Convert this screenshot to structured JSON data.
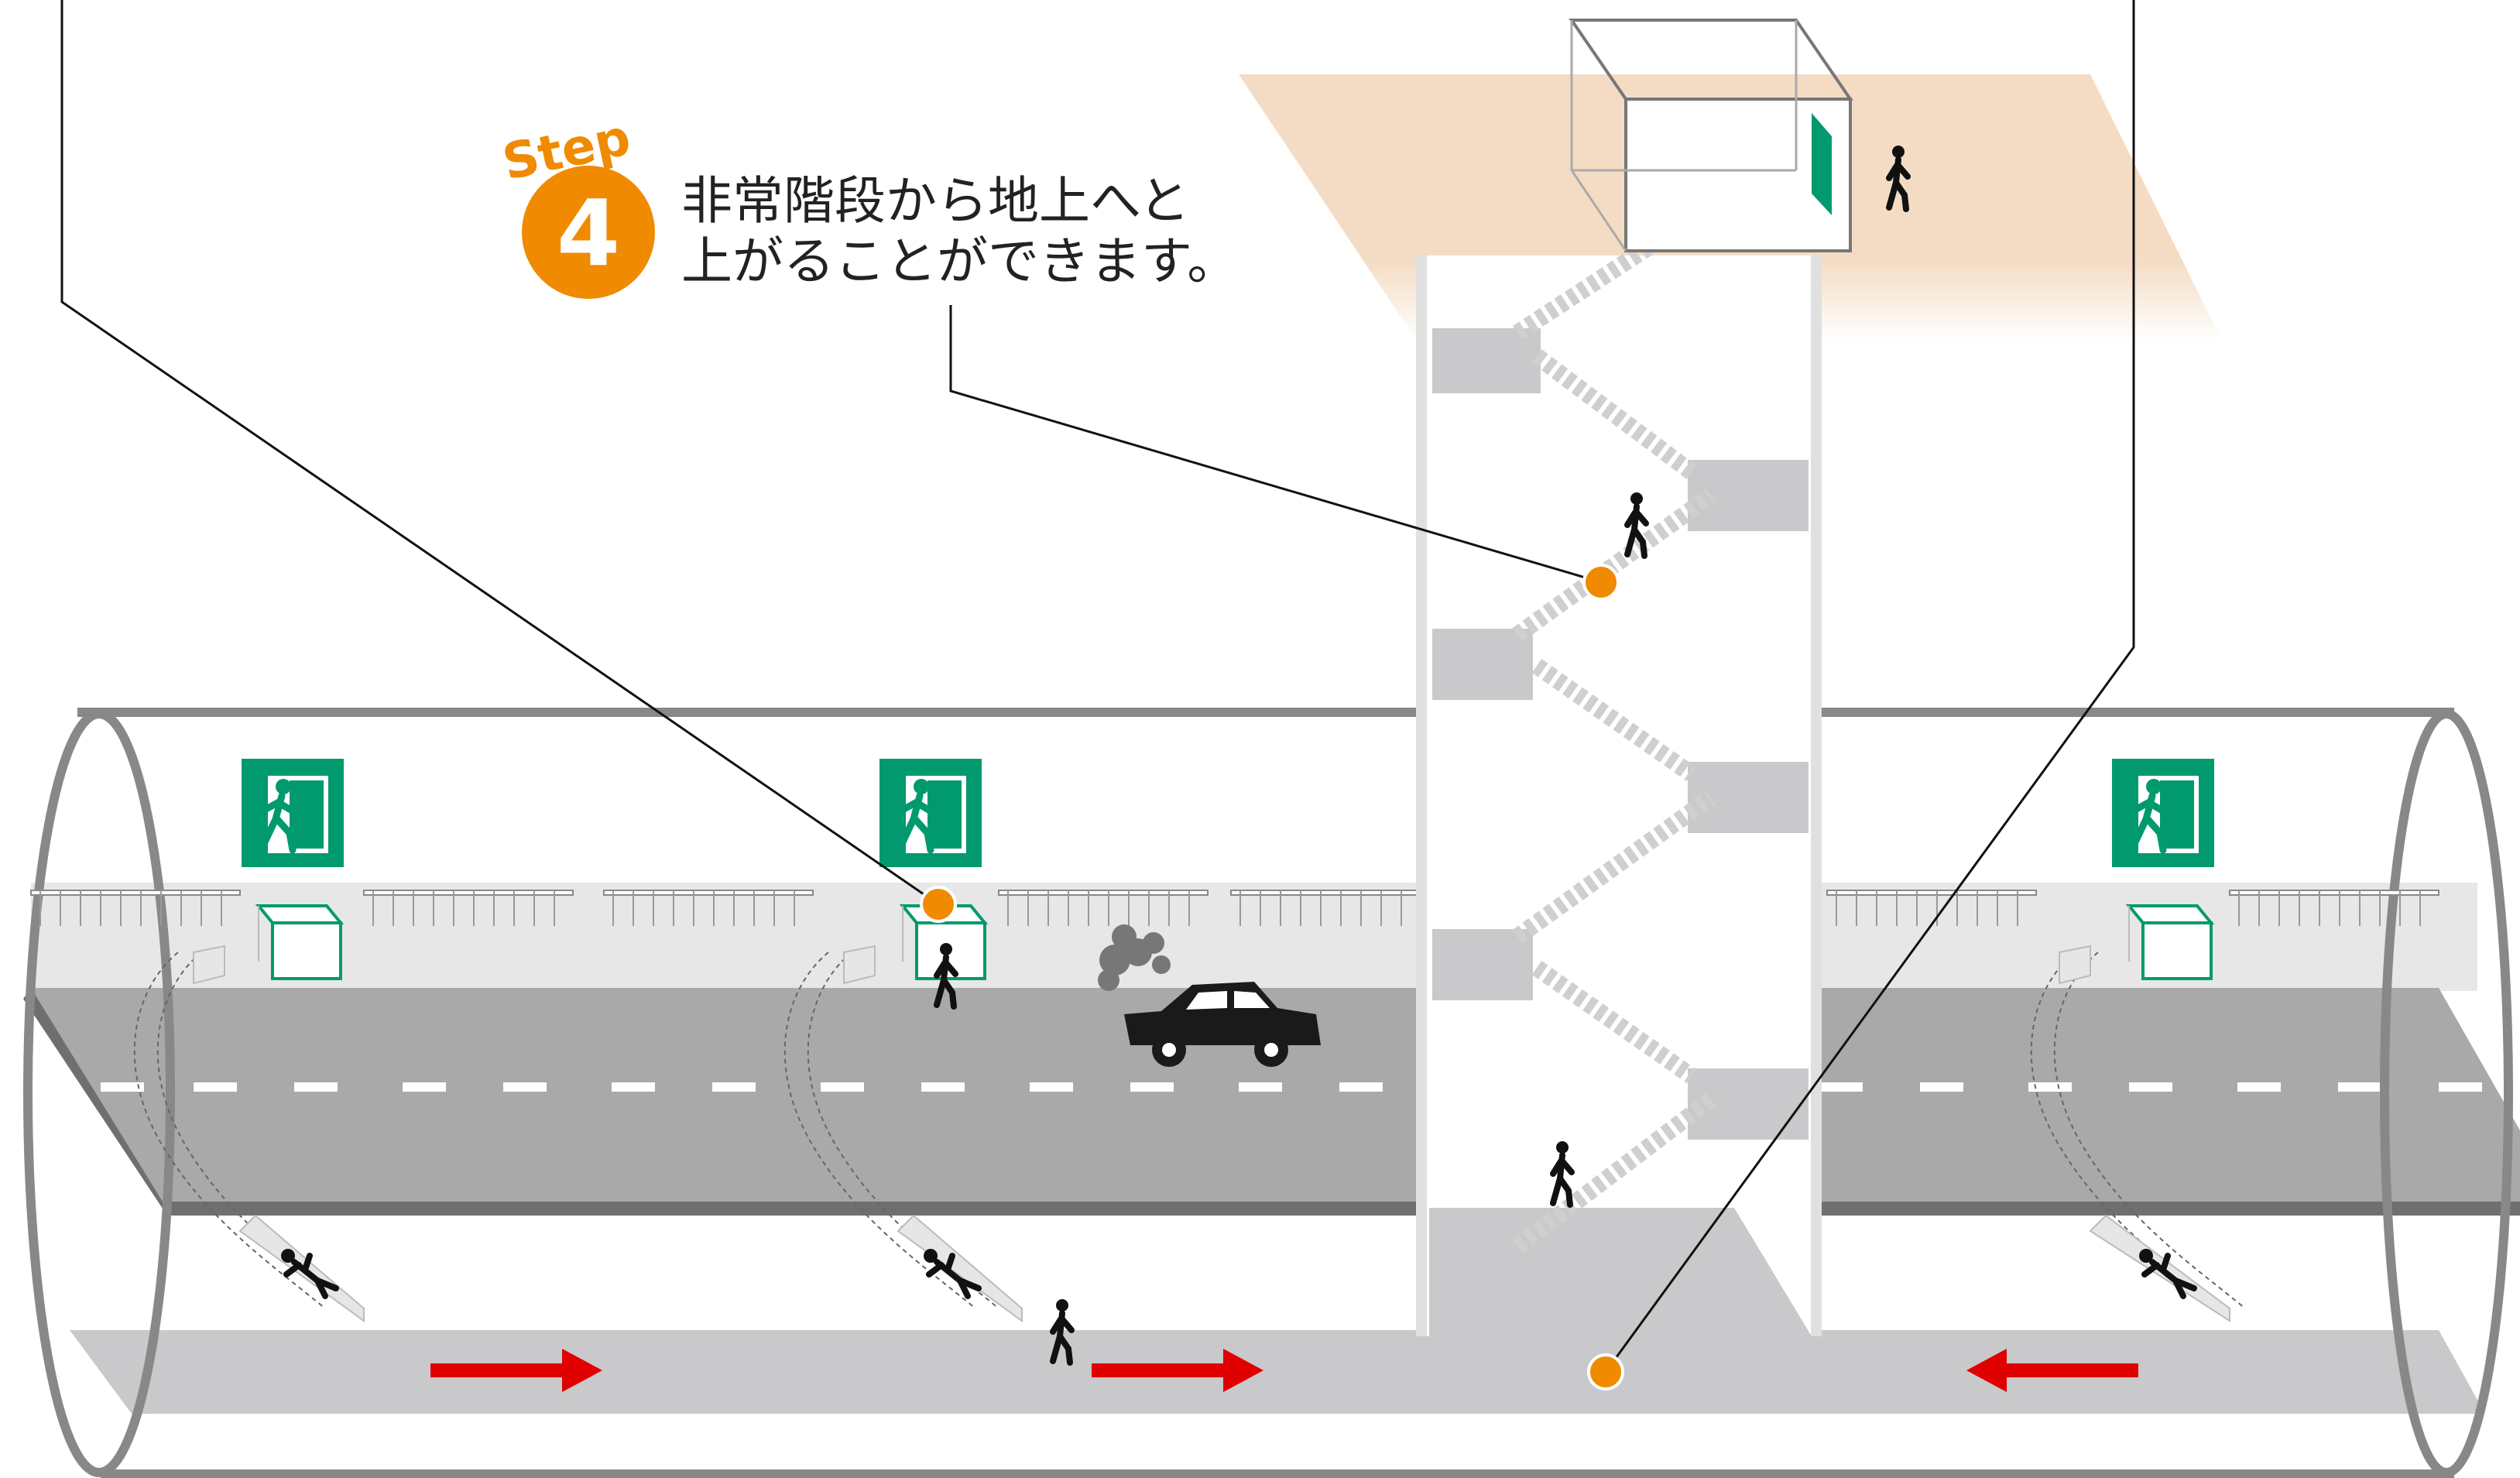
{
  "step": {
    "word": "Step",
    "number": "4",
    "caption_line1": "非常階段から地上へと",
    "caption_line2": "上がることができます。"
  },
  "colors": {
    "accent_orange": "#f08a00",
    "exit_green": "#009a6e",
    "road_gray": "#a9a9a9",
    "floor_gray": "#c9c9cb",
    "arrow_red": "#e00000",
    "ground_tint": "#f4dcc4"
  },
  "icons": [
    "emergency-exit-sign-icon",
    "person-walking-icon",
    "person-running-icon",
    "person-sliding-icon",
    "car-smoking-icon",
    "direction-arrow-icon",
    "callout-dot-icon"
  ]
}
